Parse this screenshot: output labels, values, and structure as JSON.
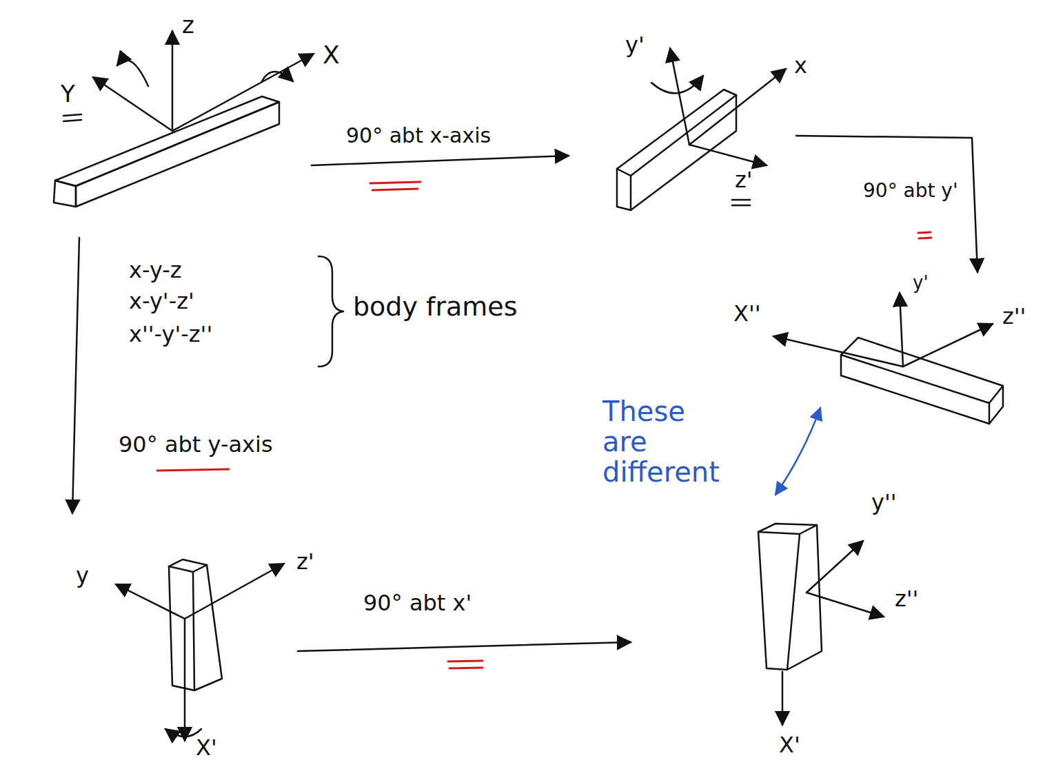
{
  "diagram": {
    "labels": [
      "z",
      "Y",
      "X",
      "90° abt x-axis",
      "y'",
      "x",
      "z'",
      "90° abt y'",
      "x-y-z",
      "x-y'-z'",
      "x''-y'-z''",
      "body frames",
      "X''",
      "y'",
      "z''",
      "These are different",
      "90° abt y-axis",
      "y",
      "z'",
      "X'",
      "90° abt x'",
      "y''",
      "z''",
      "X'"
    ]
  }
}
